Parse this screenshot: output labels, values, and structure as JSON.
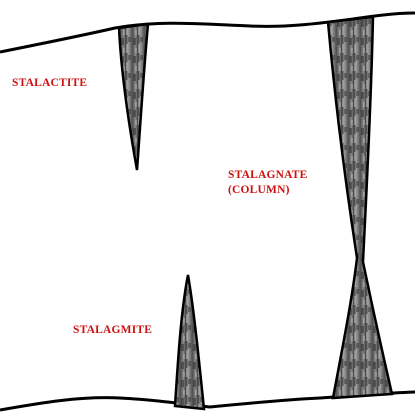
{
  "labels": {
    "stalactite": "STALACTITE",
    "stalagnate": "STALAGNATE",
    "column": "(COLUMN)",
    "stalagmite": "STALAGMITE"
  },
  "colors": {
    "label_text": "#cc1111",
    "outline": "#000000",
    "rock_dark": "#3a3a3a",
    "rock_mid": "#7a7a7a",
    "rock_light": "#c8c8c8",
    "background": "#ffffff"
  }
}
